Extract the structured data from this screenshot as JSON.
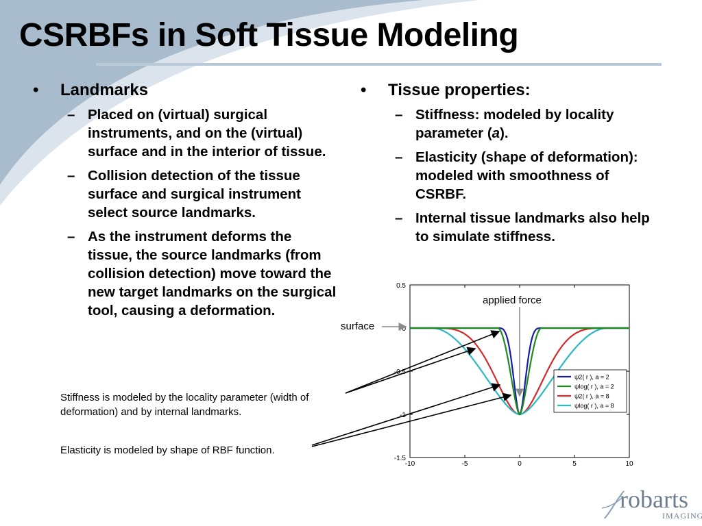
{
  "slide": {
    "title": "CSRBFs in Soft Tissue Modeling",
    "colors": {
      "background_swoosh": "#a9bccd",
      "title_rule": "#b9c9d8",
      "logo": "#6c7e8f"
    }
  },
  "left_column": {
    "bullet": "•",
    "heading": "Landmarks",
    "dash": "–",
    "items": [
      "Placed on (virtual) surgical instruments, and on the (virtual) surface and in the interior of tissue.",
      "Collision detection of the tissue surface and surgical instrument select source landmarks.",
      "As the instrument deforms the tissue, the source landmarks (from collision detection) move toward the new target landmarks on the surgical tool, causing a deformation."
    ]
  },
  "right_column": {
    "bullet": "•",
    "heading": "Tissue properties:",
    "dash": "–",
    "items": [
      {
        "pre": "Stiffness: modeled by locality parameter (",
        "em": "a",
        "post": ")."
      },
      {
        "pre": "Elasticity (shape of deformation): modeled with smoothness of CSRBF.",
        "em": "",
        "post": ""
      },
      {
        "pre": "Internal tissue landmarks also help to simulate stiffness.",
        "em": "",
        "post": ""
      }
    ]
  },
  "notes": {
    "stiffness": "Stiffness is modeled by the locality parameter (width of deformation) and by internal landmarks.",
    "elasticity": "Elasticity is modeled by shape of RBF function."
  },
  "annotations": {
    "applied_force": "applied force",
    "surface": "surface"
  },
  "chart_data": {
    "type": "line",
    "title": "",
    "xlabel": "",
    "ylabel": "",
    "xlim": [
      -10,
      10
    ],
    "ylim": [
      -1.5,
      0.5
    ],
    "xticks": [
      "-10",
      "-5",
      "0",
      "5",
      "10"
    ],
    "yticks": [
      "0.5",
      "0",
      "-0.5",
      "-1",
      "-1.5"
    ],
    "grid": false,
    "legend_position": "bottom-right",
    "series": [
      {
        "name": "ψ2( r ), a = 2",
        "color": "#1a1aa8",
        "kind": "wendland",
        "a": 2,
        "x": [
          -10,
          -2,
          -1.5,
          -1,
          -0.5,
          0,
          0.5,
          1,
          1.5,
          2,
          10
        ],
        "y": [
          0,
          0,
          -0.02,
          -0.19,
          -0.61,
          -1,
          -0.61,
          -0.19,
          -0.02,
          0,
          0
        ]
      },
      {
        "name": "ψlog( r ), a = 2",
        "color": "#1f8a1f",
        "kind": "log",
        "a": 2,
        "x": [
          -10,
          -2,
          -1.5,
          -1,
          -0.5,
          0,
          0.5,
          1,
          1.5,
          2,
          10
        ],
        "y": [
          0,
          0,
          -0.05,
          -0.28,
          -0.66,
          -1,
          -0.66,
          -0.28,
          -0.05,
          0,
          0
        ]
      },
      {
        "name": "ψ2( r ), a = 8",
        "color": "#d42a2a",
        "kind": "wendland",
        "a": 8,
        "x": [
          -10,
          -8,
          -6,
          -4,
          -2,
          0,
          2,
          4,
          6,
          8,
          10
        ],
        "y": [
          0,
          0,
          -0.02,
          -0.19,
          -0.63,
          -1,
          -0.63,
          -0.19,
          -0.02,
          0,
          0
        ]
      },
      {
        "name": "ψlog( r ), a = 8",
        "color": "#2ab9c2",
        "kind": "log",
        "a": 8,
        "x": [
          -10,
          -8,
          -6,
          -4,
          -2,
          0,
          2,
          4,
          6,
          8,
          10
        ],
        "y": [
          0,
          0,
          -0.05,
          -0.28,
          -0.66,
          -1,
          -0.66,
          -0.28,
          -0.05,
          0,
          0
        ]
      }
    ]
  },
  "logo": {
    "main": "robarts",
    "sub": "IMAGING"
  }
}
